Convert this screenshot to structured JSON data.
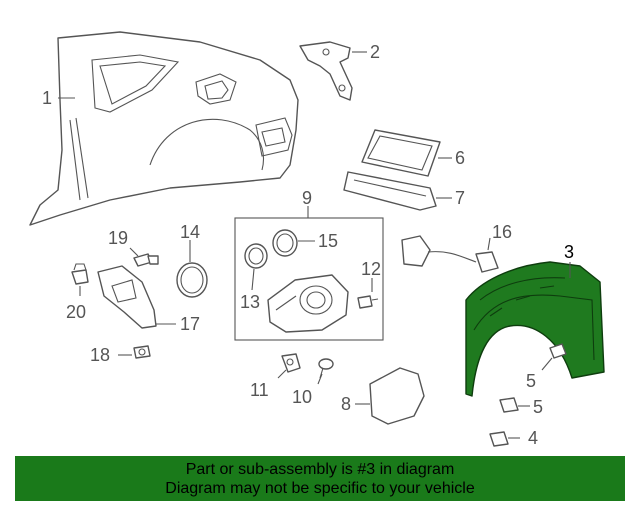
{
  "callouts": {
    "c1": "1",
    "c2": "2",
    "c3": "3",
    "c4": "4",
    "c5a": "5",
    "c5b": "5",
    "c6": "6",
    "c7": "7",
    "c8": "8",
    "c9": "9",
    "c10": "10",
    "c11": "11",
    "c12": "12",
    "c13": "13",
    "c14": "14",
    "c15": "15",
    "c16": "16",
    "c17": "17",
    "c18": "18",
    "c19": "19",
    "c20": "20"
  },
  "highlight": {
    "part_number": "3",
    "color": "#1f7a1f"
  },
  "banner": {
    "line1": "Part or sub-assembly is #3 in diagram",
    "line2": "Diagram may not be specific to your vehicle",
    "color": "#1a7a1a"
  }
}
